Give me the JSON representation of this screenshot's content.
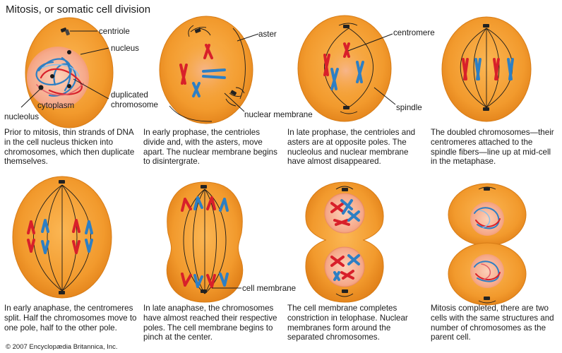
{
  "title": "Mitosis, or somatic cell division",
  "copyright": "© 2007 Encyclopædia Britannica, Inc.",
  "labels": {
    "centriole": "centriole",
    "nucleus": "nucleus",
    "nucleolus": "nucleolus",
    "cytoplasm": "cytoplasm",
    "duplicated_1": "duplicated",
    "duplicated_2": "chromosome",
    "aster": "aster",
    "nuclear_membrane": "nuclear membrane",
    "centromere": "centromere",
    "spindle": "spindle",
    "cell_membrane": "cell membrane"
  },
  "captions": [
    "Prior to mitosis, thin strands of DNA in the cell nucleus thicken into chromosomes, which then duplicate themselves.",
    "In early prophase, the centrioles divide and, with the asters, move apart. The nuclear membrane begins to disintergrate.",
    "In late prophase, the centrioles and asters are at opposite poles. The nucleolus and nuclear membrane have almost disappeared.",
    "The doubled chromosomes—their centromeres attached to the spindle fibers—line up at mid-cell in the metaphase.",
    "In early anaphase, the centromeres split. Half the chromosomes move to one pole, half to the other pole.",
    "In late anaphase, the chromosomes have almost reached their respective poles. The cell membrane begins to pinch at the center.",
    "The cell membrane completes constriction in telophase. Nuclear membranes form around the separated chromosomes.",
    "Mitosis completed, there are two cells with the same structures and number of chromosomes as the parent cell."
  ],
  "colors": {
    "cell_outer": "#e8891c",
    "cell_inner": "#f6a440",
    "nucleus": "#f7b9a0",
    "chromosome_red": "#d8202a",
    "chromosome_blue": "#2d7fc4",
    "fiber": "#1a1a1a"
  }
}
